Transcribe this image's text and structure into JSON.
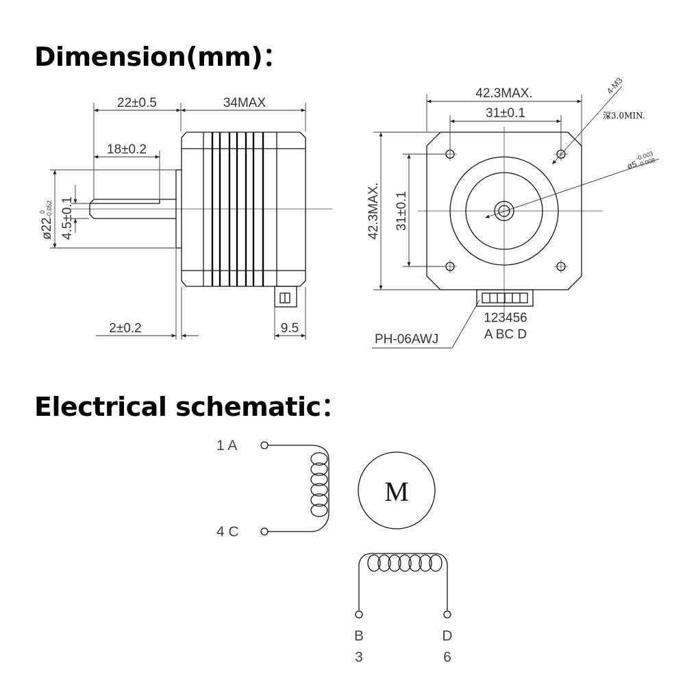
{
  "headings": {
    "dimension": "Dimension(mm)：",
    "electrical": "Electrical schematic："
  },
  "side_view": {
    "shaft_length": "22±0.5",
    "body_length": "34MAX",
    "flat_length": "18±0.2",
    "boss_diameter": "ø22",
    "boss_tol_upper": "0",
    "boss_tol_lower": "-0.052",
    "flat_depth": "4.5±0.1",
    "boss_height": "2±0.2",
    "connector_offset": "9.5"
  },
  "front_view": {
    "width": "42.3MAX.",
    "hole_spacing": "31±0.1",
    "height": "42.3MAX.",
    "hole_spacing_v": "31±0.1",
    "mount_holes": "4-M3",
    "hole_depth": "深3.0MIN.",
    "shaft_diameter": "ø5",
    "shaft_tol_upper": "-0.003",
    "shaft_tol_lower": "-0.008",
    "pin_numbers": "123456",
    "pin_letters": "A BC D",
    "connector_model": "PH-06AWJ"
  },
  "schematic": {
    "motor_label": "M",
    "pin_1": "1 A",
    "pin_4": "4 C",
    "pin_b_letter": "B",
    "pin_b_number": "3",
    "pin_d_letter": "D",
    "pin_d_number": "6"
  }
}
